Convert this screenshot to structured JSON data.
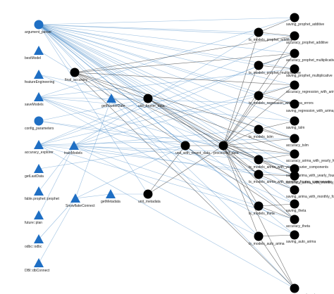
{
  "colors": {
    "input": "#1f6fc4",
    "output": "#000000",
    "edge": "#4a8cc8",
    "edge_dark": "#333333"
  },
  "nodes": [
    {
      "id": "argument_parser",
      "label": "argument_parser",
      "shape": "circle"
    },
    {
      "id": "bestModel",
      "label": "bestModel",
      "shape": "triangle"
    },
    {
      "id": "featureEngineering",
      "label": "featureEngineering",
      "shape": "triangle"
    },
    {
      "id": "saveModels",
      "label": "saveModels",
      "shape": "triangle"
    },
    {
      "id": "config_parameters",
      "label": "config_parameters",
      "shape": "circle"
    },
    {
      "id": "accuracy_explorer",
      "label": "accuracy_explorer",
      "shape": "triangle"
    },
    {
      "id": "getLastData",
      "label": "getLastData",
      "shape": "triangle"
    },
    {
      "id": "fable_prophet_prophet",
      "label": "fable.prophet::prophet",
      "shape": "triangle"
    },
    {
      "id": "future_plan",
      "label": "future::plan",
      "shape": "triangle"
    },
    {
      "id": "odbc_odbc",
      "label": "odbc::odbc",
      "shape": "triangle"
    },
    {
      "id": "dbi_dbconnect",
      "label": "DBI::dbConnect",
      "shape": "triangle"
    },
    {
      "id": "final_accuracy",
      "label": "final_accuracy",
      "shape": "circle"
    },
    {
      "id": "trainModels",
      "label": "trainModels",
      "shape": "triangle"
    },
    {
      "id": "snowflakeConnect",
      "label": "SnowflakeConnect",
      "shape": "triangle"
    },
    {
      "id": "getFourierDate",
      "label": "getFourierDate",
      "shape": "triangle"
    },
    {
      "id": "getMetadata",
      "label": "getMetadata",
      "shape": "triangle"
    },
    {
      "id": "use_fourier_data",
      "label": "use_fourier_data",
      "shape": "circle"
    },
    {
      "id": "unit_metadata",
      "label": "unit_metadata",
      "shape": "circle"
    },
    {
      "id": "unit_with_recent_data",
      "label": "unit_with_recent_data",
      "shape": "circle"
    },
    {
      "id": "processed_data",
      "label": "processed_data",
      "shape": "circle"
    },
    {
      "id": "ts_models_prophet_additive",
      "label": "ts_models_prophet_additive",
      "shape": "circle"
    },
    {
      "id": "ts_models_prophet_multiplicative",
      "label": "ts_models_prophet_multiplicative",
      "shape": "circle"
    },
    {
      "id": "ts_models_regression_with_arima_errors",
      "label": "ts_models_regression_with_arima_errors",
      "shape": "circle"
    },
    {
      "id": "ts_models_tslm",
      "label": "ts_models_tslm",
      "shape": "circle"
    },
    {
      "id": "ts_models_arima_with_yearly_fourier_components",
      "label": "ts_models_arima_with_yearly_fourier_components",
      "shape": "circle"
    },
    {
      "id": "ts_models_arima_with_monthly_fourier_components",
      "label": "ts_models_arima_with_monthly_fourier_components",
      "shape": "circle"
    },
    {
      "id": "ts_models_theta",
      "label": "ts_models_theta",
      "shape": "circle"
    },
    {
      "id": "ts_models_auto_arima",
      "label": "ts_models_auto_arima",
      "shape": "circle"
    },
    {
      "id": "saving_prophet_additive",
      "label": "saving_prophet_additive",
      "shape": "circle"
    },
    {
      "id": "accuracy_prophet_additive",
      "label": "accuracy_prophet_additive",
      "shape": "circle"
    },
    {
      "id": "accuracy_prophet_multiplicative",
      "label": "accuracy_prophet_multiplicative",
      "shape": "circle"
    },
    {
      "id": "saving_prophet_multiplicative",
      "label": "saving_prophet_multiplicative",
      "shape": "circle"
    },
    {
      "id": "accuracy_regression_with_arima_errors",
      "label": "accuracy_regression_with_arima_errors",
      "shape": "circle"
    },
    {
      "id": "saving_regression_with_arima_errors",
      "label": "saving_regression_with_arima_errors",
      "shape": "circle"
    },
    {
      "id": "saving_tslm",
      "label": "saving_tslm",
      "shape": "circle"
    },
    {
      "id": "accuracy_tslm",
      "label": "accuracy_tslm",
      "shape": "circle"
    },
    {
      "id": "accuracy_arima_with_yearly_fourier_components",
      "label": "accuracy_arima_with_yearly_fourier_components",
      "shape": "circle"
    },
    {
      "id": "saving_arima_with_yearly_fourier_components",
      "label": "saving_arima_with_yearly_fourier_components",
      "shape": "circle"
    },
    {
      "id": "accuracy_arima_with_monthly_fourier_components",
      "label": "accuracy_arima_with_monthly_fourier_components",
      "shape": "circle"
    },
    {
      "id": "saving_arima_with_monthly_fourier_components",
      "label": "saving_arima_with_monthly_fourier_components",
      "shape": "circle"
    },
    {
      "id": "saving_theta",
      "label": "saving_theta",
      "shape": "circle"
    },
    {
      "id": "accuracy_theta",
      "label": "accuracy_theta",
      "shape": "circle"
    },
    {
      "id": "saving_auto_arima",
      "label": "saving_auto_arima",
      "shape": "circle"
    },
    {
      "id": "accuracy_auto_arima",
      "label": "accuracy_auto_arima",
      "shape": "circle"
    }
  ],
  "edges": [
    [
      "argument_parser",
      "final_accuracy"
    ],
    [
      "argument_parser",
      "use_fourier_data"
    ],
    [
      "argument_parser",
      "unit_metadata"
    ],
    [
      "argument_parser",
      "unit_with_recent_data"
    ],
    [
      "argument_parser",
      "processed_data"
    ],
    [
      "argument_parser",
      "ts_models_prophet_additive"
    ],
    [
      "argument_parser",
      "ts_models_prophet_multiplicative"
    ],
    [
      "argument_parser",
      "ts_models_regression_with_arima_errors"
    ],
    [
      "argument_parser",
      "ts_models_tslm"
    ],
    [
      "argument_parser",
      "ts_models_arima_with_yearly_fourier_components"
    ],
    [
      "argument_parser",
      "ts_models_arima_with_monthly_fourier_components"
    ],
    [
      "argument_parser",
      "ts_models_theta"
    ],
    [
      "argument_parser",
      "ts_models_auto_arima"
    ],
    [
      "argument_parser",
      "saving_prophet_additive"
    ],
    [
      "argument_parser",
      "accuracy_prophet_additive"
    ],
    [
      "argument_parser",
      "accuracy_prophet_multiplicative"
    ],
    [
      "argument_parser",
      "saving_prophet_multiplicative"
    ],
    [
      "argument_parser",
      "accuracy_regression_with_arima_errors"
    ],
    [
      "argument_parser",
      "saving_regression_with_arima_errors"
    ],
    [
      "argument_parser",
      "saving_tslm"
    ],
    [
      "argument_parser",
      "accuracy_tslm"
    ],
    [
      "argument_parser",
      "accuracy_arima_with_yearly_fourier_components"
    ],
    [
      "argument_parser",
      "saving_arima_with_yearly_fourier_components"
    ],
    [
      "argument_parser",
      "accuracy_arima_with_monthly_fourier_components"
    ],
    [
      "argument_parser",
      "saving_arima_with_monthly_fourier_components"
    ],
    [
      "argument_parser",
      "saving_theta"
    ],
    [
      "argument_parser",
      "accuracy_theta"
    ],
    [
      "argument_parser",
      "saving_auto_arima"
    ],
    [
      "argument_parser",
      "accuracy_auto_arima"
    ],
    [
      "bestModel",
      "final_accuracy"
    ],
    [
      "featureEngineering",
      "processed_data"
    ],
    [
      "featureEngineering",
      "use_fourier_data"
    ],
    [
      "saveModels",
      "saving_prophet_additive"
    ],
    [
      "saveModels",
      "saving_prophet_multiplicative"
    ],
    [
      "saveModels",
      "saving_regression_with_arima_errors"
    ],
    [
      "saveModels",
      "saving_tslm"
    ],
    [
      "saveModels",
      "saving_arima_with_yearly_fourier_components"
    ],
    [
      "saveModels",
      "saving_arima_with_monthly_fourier_components"
    ],
    [
      "saveModels",
      "saving_theta"
    ],
    [
      "saveModels",
      "saving_auto_arima"
    ],
    [
      "config_parameters",
      "use_fourier_data"
    ],
    [
      "config_parameters",
      "processed_data"
    ],
    [
      "config_parameters",
      "unit_with_recent_data"
    ],
    [
      "accuracy_explorer",
      "accuracy_prophet_additive"
    ],
    [
      "accuracy_explorer",
      "accuracy_prophet_multiplicative"
    ],
    [
      "accuracy_explorer",
      "accuracy_regression_with_arima_errors"
    ],
    [
      "accuracy_explorer",
      "accuracy_tslm"
    ],
    [
      "accuracy_explorer",
      "accuracy_arima_with_yearly_fourier_components"
    ],
    [
      "accuracy_explorer",
      "accuracy_arima_with_monthly_fourier_components"
    ],
    [
      "accuracy_explorer",
      "accuracy_theta"
    ],
    [
      "accuracy_explorer",
      "accuracy_auto_arima"
    ],
    [
      "getLastData",
      "unit_with_recent_data"
    ],
    [
      "fable_prophet_prophet",
      "trainModels"
    ],
    [
      "future_plan",
      "trainModels"
    ],
    [
      "odbc_odbc",
      "snowflakeConnect"
    ],
    [
      "dbi_dbconnect",
      "snowflakeConnect"
    ],
    [
      "trainModels",
      "ts_models_prophet_additive"
    ],
    [
      "trainModels",
      "ts_models_prophet_multiplicative"
    ],
    [
      "trainModels",
      "ts_models_regression_with_arima_errors"
    ],
    [
      "trainModels",
      "ts_models_tslm"
    ],
    [
      "trainModels",
      "ts_models_arima_with_yearly_fourier_components"
    ],
    [
      "trainModels",
      "ts_models_arima_with_monthly_fourier_components"
    ],
    [
      "trainModels",
      "ts_models_theta"
    ],
    [
      "trainModels",
      "ts_models_auto_arima"
    ],
    [
      "snowflakeConnect",
      "getFourierDate"
    ],
    [
      "snowflakeConnect",
      "getMetadata"
    ],
    [
      "snowflakeConnect",
      "unit_with_recent_data"
    ],
    [
      "getFourierDate",
      "use_fourier_data"
    ],
    [
      "getMetadata",
      "unit_metadata"
    ],
    [
      "use_fourier_data",
      "processed_data"
    ],
    [
      "use_fourier_data",
      "ts_models_arima_with_yearly_fourier_components"
    ],
    [
      "use_fourier_data",
      "ts_models_arima_with_monthly_fourier_components"
    ],
    [
      "unit_metadata",
      "processed_data"
    ],
    [
      "unit_metadata",
      "unit_with_recent_data"
    ],
    [
      "unit_with_recent_data",
      "processed_data"
    ],
    [
      "processed_data",
      "ts_models_prophet_additive"
    ],
    [
      "processed_data",
      "ts_models_prophet_multiplicative"
    ],
    [
      "processed_data",
      "ts_models_regression_with_arima_errors"
    ],
    [
      "processed_data",
      "ts_models_tslm"
    ],
    [
      "processed_data",
      "ts_models_arima_with_yearly_fourier_components"
    ],
    [
      "processed_data",
      "ts_models_arima_with_monthly_fourier_components"
    ],
    [
      "processed_data",
      "ts_models_theta"
    ],
    [
      "processed_data",
      "ts_models_auto_arima"
    ],
    [
      "processed_data",
      "accuracy_prophet_additive"
    ],
    [
      "processed_data",
      "accuracy_prophet_multiplicative"
    ],
    [
      "processed_data",
      "accuracy_regression_with_arima_errors"
    ],
    [
      "processed_data",
      "accuracy_tslm"
    ],
    [
      "processed_data",
      "accuracy_arima_with_yearly_fourier_components"
    ],
    [
      "processed_data",
      "accuracy_arima_with_monthly_fourier_components"
    ],
    [
      "processed_data",
      "accuracy_theta"
    ],
    [
      "processed_data",
      "accuracy_auto_arima"
    ],
    [
      "ts_models_prophet_additive",
      "saving_prophet_additive"
    ],
    [
      "ts_models_prophet_additive",
      "accuracy_prophet_additive"
    ],
    [
      "ts_models_prophet_multiplicative",
      "accuracy_prophet_multiplicative"
    ],
    [
      "ts_models_prophet_multiplicative",
      "saving_prophet_multiplicative"
    ],
    [
      "ts_models_regression_with_arima_errors",
      "accuracy_regression_with_arima_errors"
    ],
    [
      "ts_models_regression_with_arima_errors",
      "saving_regression_with_arima_errors"
    ],
    [
      "ts_models_tslm",
      "saving_tslm"
    ],
    [
      "ts_models_tslm",
      "accuracy_tslm"
    ],
    [
      "ts_models_arima_with_yearly_fourier_components",
      "accuracy_arima_with_yearly_fourier_components"
    ],
    [
      "ts_models_arima_with_yearly_fourier_components",
      "saving_arima_with_yearly_fourier_components"
    ],
    [
      "ts_models_arima_with_monthly_fourier_components",
      "accuracy_arima_with_monthly_fourier_components"
    ],
    [
      "ts_models_arima_with_monthly_fourier_components",
      "saving_arima_with_monthly_fourier_components"
    ],
    [
      "ts_models_theta",
      "saving_theta"
    ],
    [
      "ts_models_theta",
      "accuracy_theta"
    ],
    [
      "ts_models_auto_arima",
      "saving_auto_arima"
    ],
    [
      "ts_models_auto_arima",
      "accuracy_auto_arima"
    ],
    [
      "accuracy_prophet_additive",
      "final_accuracy"
    ],
    [
      "accuracy_prophet_multiplicative",
      "final_accuracy"
    ],
    [
      "accuracy_regression_with_arima_errors",
      "final_accuracy"
    ],
    [
      "accuracy_tslm",
      "final_accuracy"
    ],
    [
      "accuracy_arima_with_yearly_fourier_components",
      "final_accuracy"
    ],
    [
      "accuracy_arima_with_monthly_fourier_components",
      "final_accuracy"
    ],
    [
      "accuracy_theta",
      "final_accuracy"
    ],
    [
      "accuracy_auto_arima",
      "final_accuracy"
    ]
  ]
}
